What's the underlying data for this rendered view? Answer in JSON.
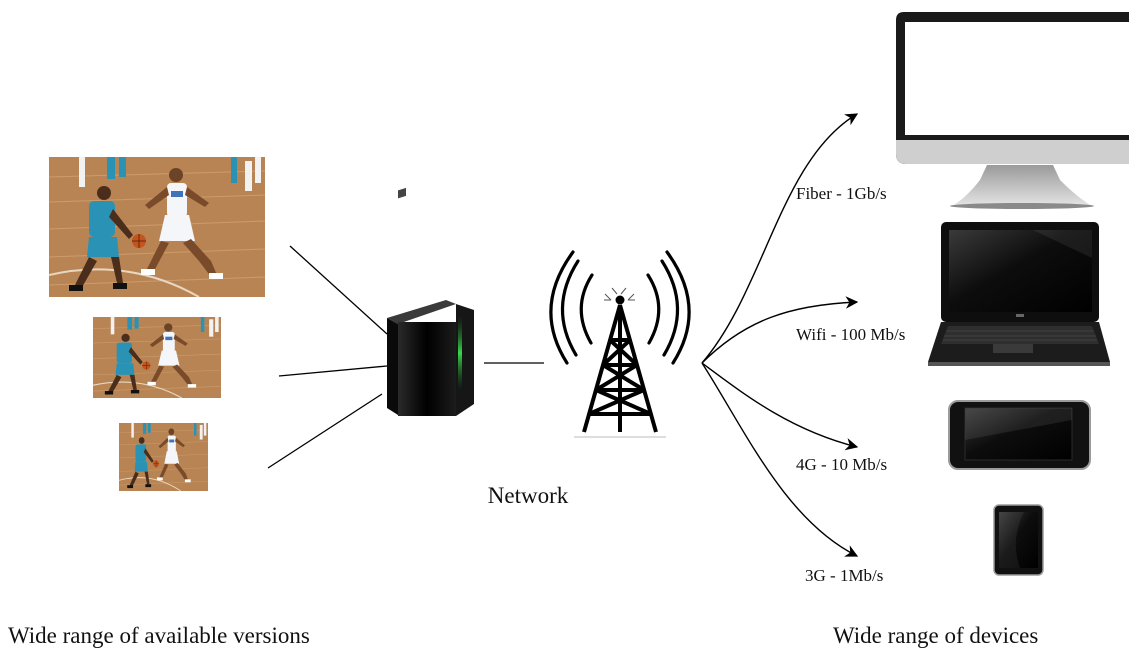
{
  "network_label": "Network",
  "left_caption": "Wide range of available versions",
  "right_caption": "Wide range of devices",
  "versions": [
    {
      "name": "large-version-thumbnail"
    },
    {
      "name": "medium-version-thumbnail"
    },
    {
      "name": "small-version-thumbnail"
    }
  ],
  "connections": [
    {
      "label": "Fiber - 1Gb/s",
      "device": "desktop-monitor"
    },
    {
      "label": "Wifi - 100 Mb/s",
      "device": "laptop"
    },
    {
      "label": "4G - 10 Mb/s",
      "device": "tablet"
    },
    {
      "label": "3G - 1Mb/s",
      "device": "smartphone"
    }
  ],
  "colors": {
    "court_floor": "#b88454",
    "player_teal": "#2a93b5",
    "server_black": "#111111",
    "server_led": "#39d84a",
    "device_black": "#1a1a1a",
    "monitor_stand": "#c7c7c7"
  }
}
